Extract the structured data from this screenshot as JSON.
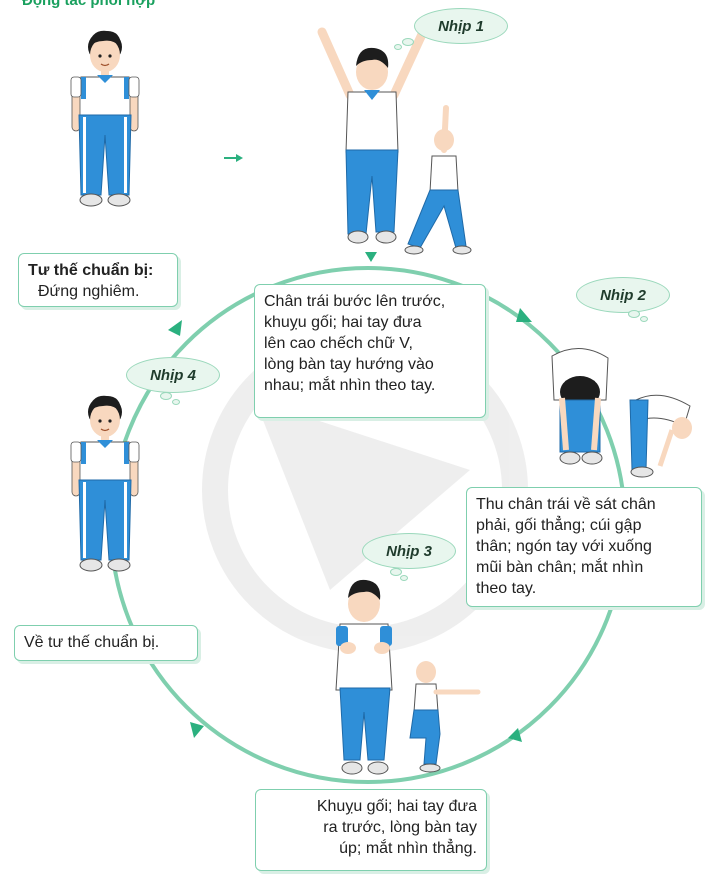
{
  "heading": "Động tác phối hợp",
  "steps": {
    "ready": {
      "title": "Tư thế chuẩn bị:",
      "text": "Đứng nghiêm."
    },
    "beat1": {
      "label": "Nhịp 1",
      "lines": [
        "Chân trái bước lên trước,",
        "khuỵu gối; hai tay đưa",
        "lên cao chếch chữ V,",
        "lòng bàn tay hướng vào",
        "nhau; mắt nhìn theo tay."
      ]
    },
    "beat2": {
      "label": "Nhịp 2",
      "lines": [
        "Thu chân trái về sát chân",
        "phải, gối thẳng; cúi gập",
        "thân; ngón tay với xuống",
        "mũi bàn chân; mắt nhìn",
        "theo tay."
      ]
    },
    "beat3": {
      "label": "Nhịp 3",
      "lines": [
        "Khuỵu gối; hai tay đưa",
        "ra trước, lòng bàn tay",
        "úp; mắt nhìn thẳng."
      ]
    },
    "beat4": {
      "label": "Nhịp 4",
      "text": "Về tư thế chuẩn bị."
    }
  },
  "colors": {
    "cycle": "#7fcfae",
    "arrow": "#2bb07f",
    "shirt": "#ffffff",
    "pants": "#2f8fd8",
    "trim": "#2f8fd8",
    "skin": "#f8d8bf",
    "hair": "#1d1d1d"
  }
}
